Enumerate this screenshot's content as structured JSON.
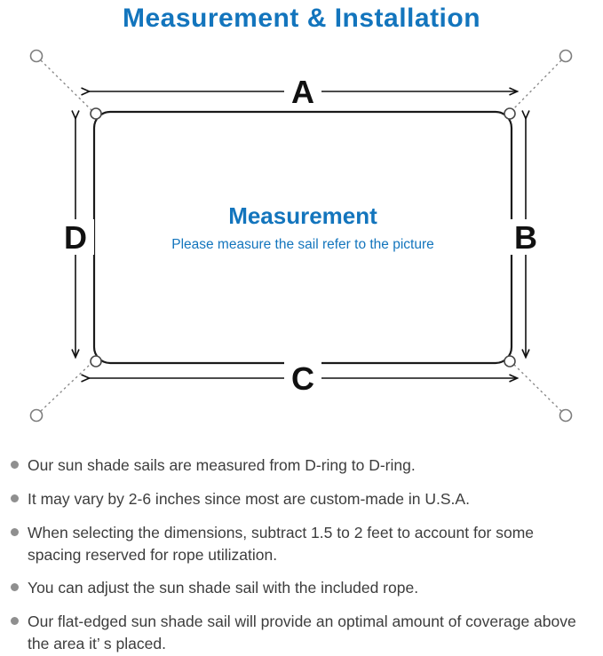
{
  "page": {
    "title": "Measurement & Installation"
  },
  "diagram": {
    "labels": {
      "a": "A",
      "b": "B",
      "c": "C",
      "d": "D"
    },
    "center_title": "Measurement",
    "center_subtitle": "Please measure the sail refer to the picture"
  },
  "notes": [
    "Our sun shade sails are measured from D-ring to D-ring.",
    "It may vary by 2-6 inches since most are custom-made in U.S.A.",
    "When selecting the dimensions, subtract 1.5 to 2 feet to account for some spacing reserved for rope utilization.",
    "You can adjust the sun shade sail with the included rope.",
    "Our flat-edged sun shade sail will provide an optimal amount of coverage above the area it’ s placed."
  ],
  "colors": {
    "accent_blue": "#1375bd",
    "line_black": "#111111",
    "dotted_gray": "#8a8a8a",
    "note_text": "#3d3d3d"
  }
}
